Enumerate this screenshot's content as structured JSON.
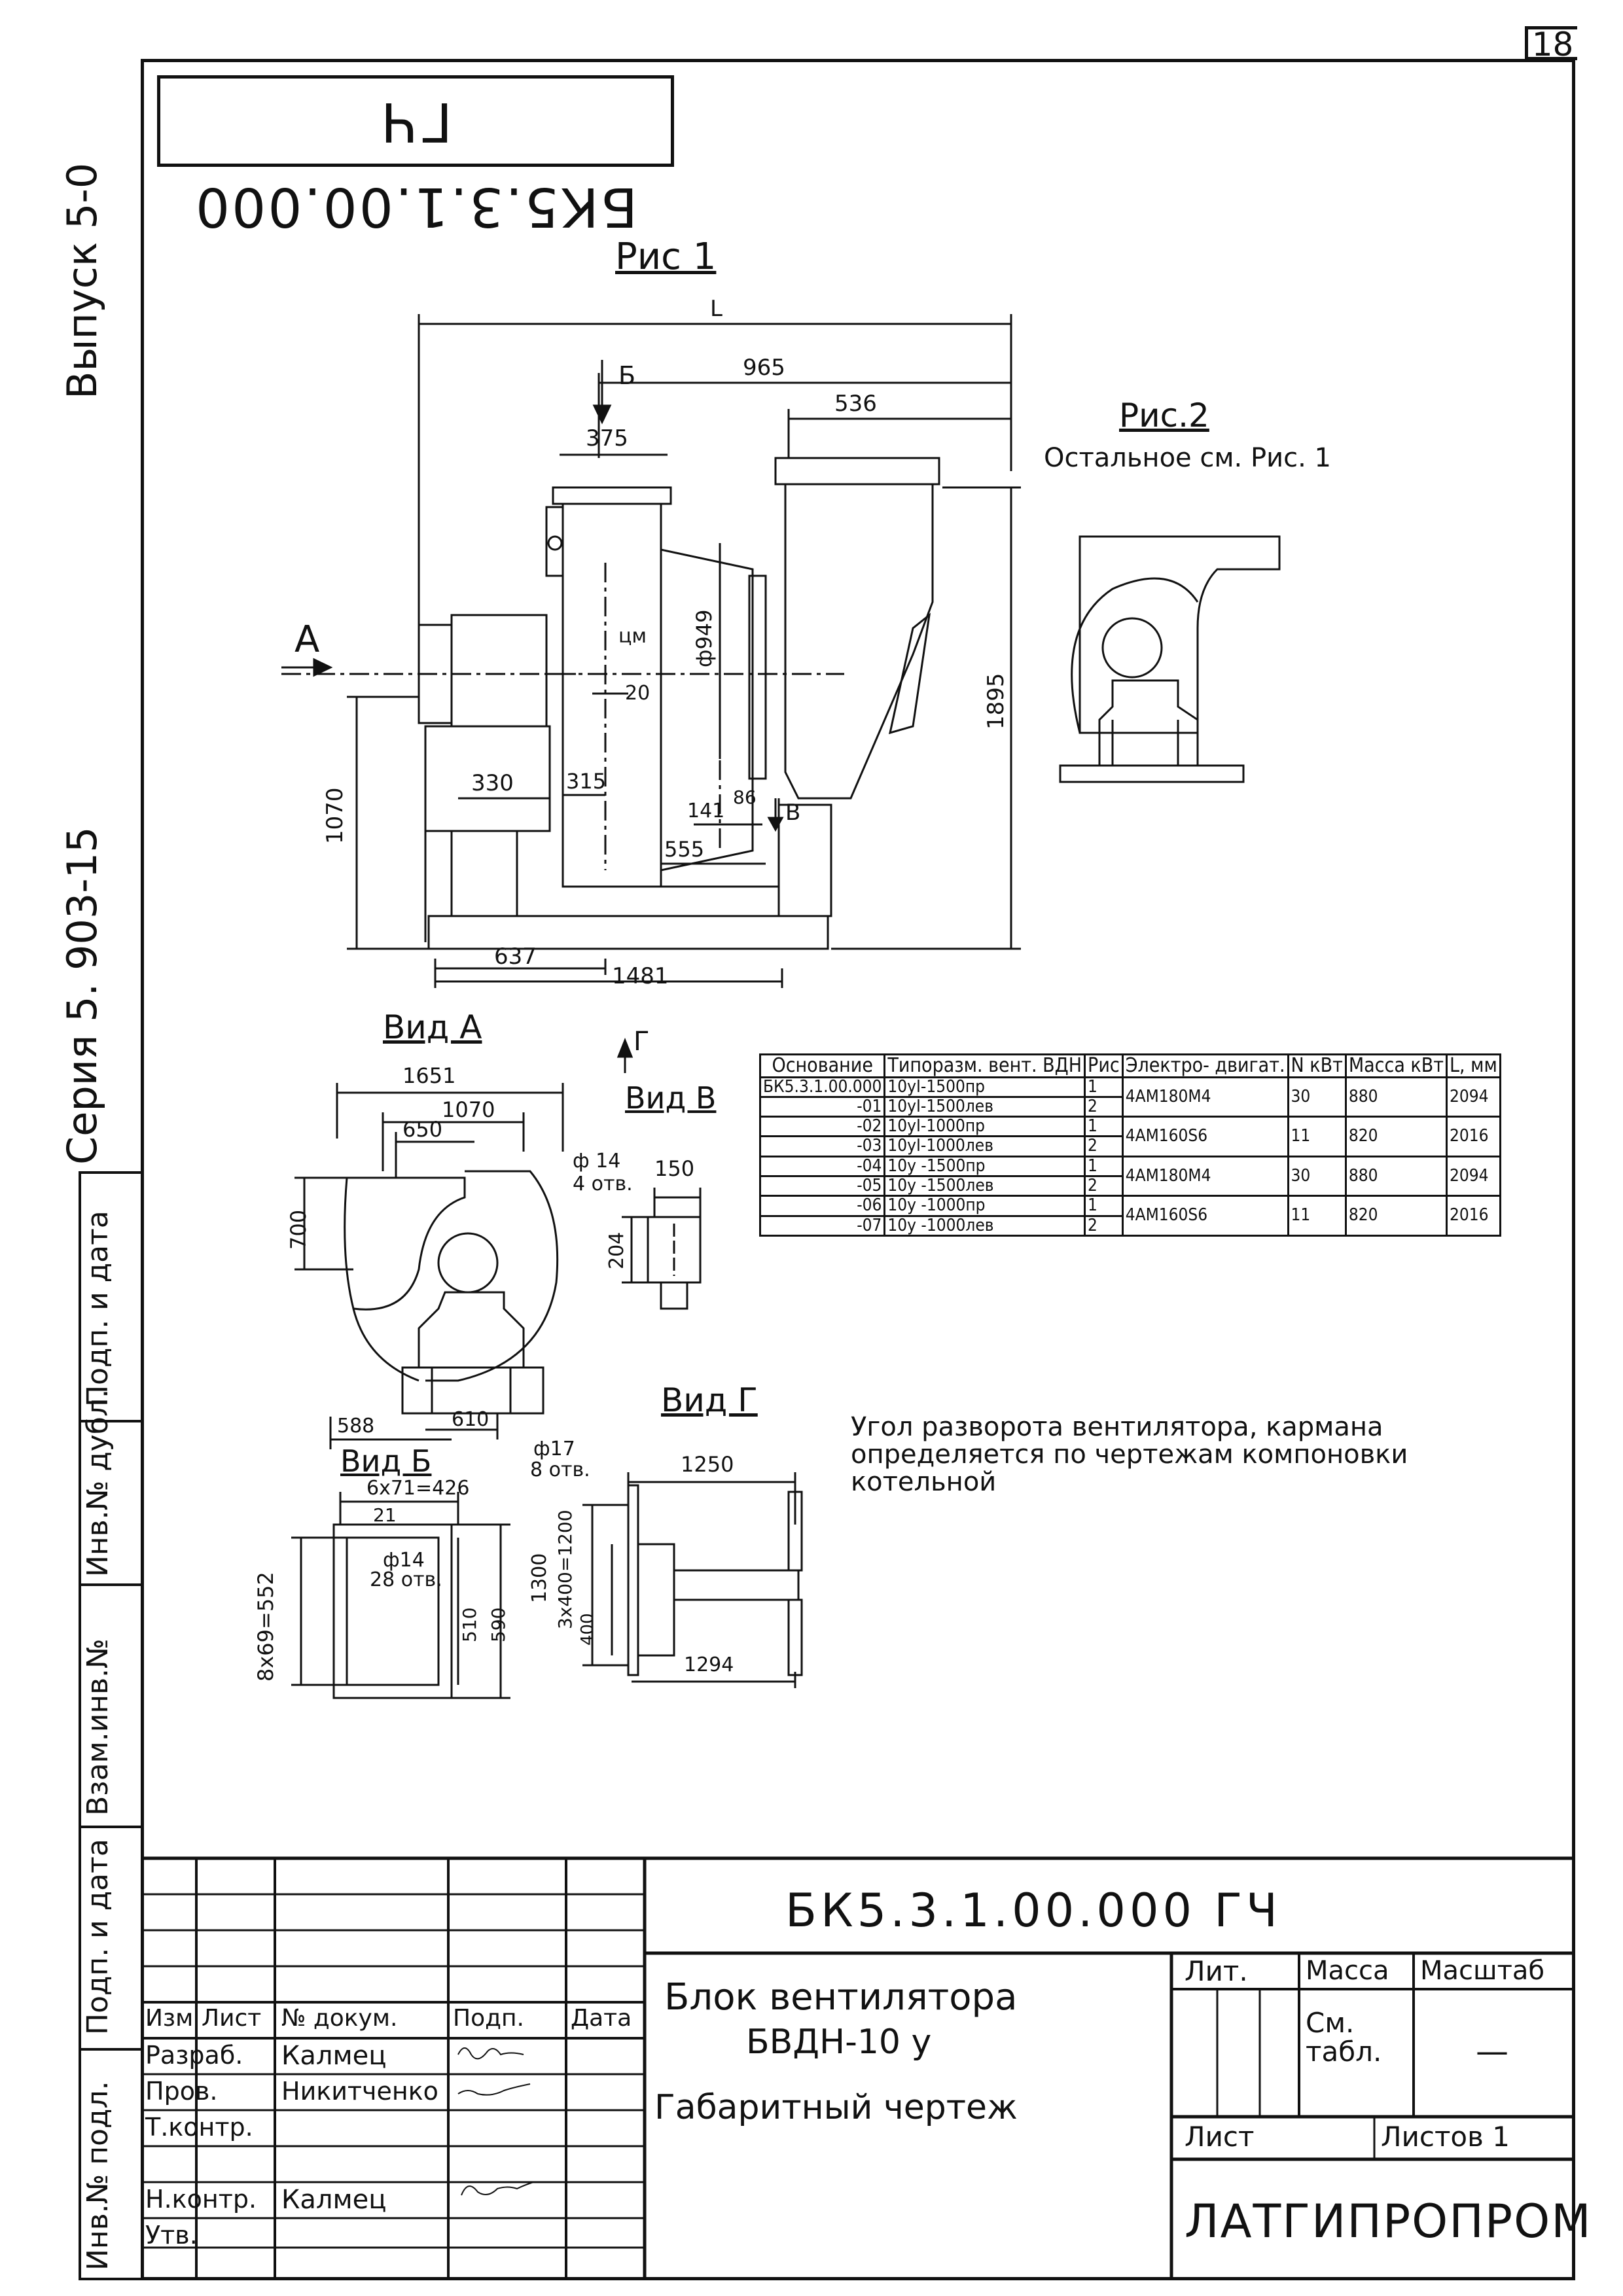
{
  "sheet_number": "18",
  "header_stamp": "БК5.3.1.00.000 ГЧ",
  "side_labels": {
    "issue": "Выпуск 5-0",
    "series": "Серия 5. 903-15",
    "strip": [
      "Инв.№ подл.",
      "Подп. и дата",
      "Взам.инв.№",
      "Инв.№ дубл.",
      "Подп. и дата"
    ]
  },
  "figure1": {
    "title": "Рис 1",
    "dims": {
      "L": "L",
      "d965": "965",
      "d536": "536",
      "d375": "375",
      "B_mark": "Б",
      "A_mark": "A",
      "cm": "цм",
      "d20": "20",
      "phi949": "ф949",
      "d1895": "1895",
      "d1070": "1070",
      "d330": "330",
      "d315": "315",
      "d141": "141",
      "d86": "86",
      "V_mark": "В",
      "d555": "555",
      "d637": "637",
      "d1481": "1481",
      "G_mark": "Г"
    }
  },
  "figure2": {
    "title": "Рис.2",
    "subtitle": "Остальное см. Рис. 1"
  },
  "view_a": {
    "title": "Вид А",
    "dims": {
      "d1651": "1651",
      "d1070": "1070",
      "d650": "650",
      "d700": "700",
      "d588": "588",
      "d610": "610"
    }
  },
  "view_v": {
    "title": "Вид В",
    "dims": {
      "phi14": "ф 14",
      "holes": "4 отв.",
      "d150": "150",
      "d204": "204"
    }
  },
  "view_b": {
    "title": "Вид Б",
    "dims": {
      "d6x71": "6x71=426",
      "d21": "21",
      "phi14": "ф14",
      "holes": "28 отв.",
      "d8x69": "8x69=552",
      "d510": "510",
      "d590": "590"
    }
  },
  "view_g": {
    "title": "Вид Г",
    "dims": {
      "phi17": "ф17",
      "holes": "8 отв.",
      "d1250": "1250",
      "d1300": "1300",
      "d3x400": "3x400=1200",
      "d400": "400",
      "d1294": "1294"
    }
  },
  "spec_table": {
    "headers": [
      "Основание",
      "Типоразм. вент. ВДН",
      "Рис",
      "Электро- двигат.",
      "N кВт",
      "Масса кВт",
      "L, мм"
    ],
    "rows": [
      [
        "БК5.3.1.00.000",
        "10уI-1500пр",
        "1",
        "4АМ180М4",
        "30",
        "880",
        "2094"
      ],
      [
        "-01",
        "10уI-1500лев",
        "2",
        "",
        "",
        "",
        ""
      ],
      [
        "-02",
        "10уI-1000пр",
        "1",
        "4АМ160S6",
        "11",
        "820",
        "2016"
      ],
      [
        "-03",
        "10уI-1000лев",
        "2",
        "",
        "",
        "",
        ""
      ],
      [
        "-04",
        "10у -1500пр",
        "1",
        "4АМ180М4",
        "30",
        "880",
        "2094"
      ],
      [
        "-05",
        "10у -1500лев",
        "2",
        "",
        "",
        "",
        ""
      ],
      [
        "-06",
        "10у -1000пр",
        "1",
        "4АМ160S6",
        "11",
        "820",
        "2016"
      ],
      [
        "-07",
        "10у -1000лев",
        "2",
        "",
        "",
        "",
        ""
      ]
    ]
  },
  "note": "Угол разворота вентилятора, кармана определяется по чертежам компоновки котельной",
  "title_block": {
    "doc_code": "БК5.3.1.00.000 ГЧ",
    "name_line1": "Блок вентилятора",
    "name_line2": "БВДН-10 у",
    "doc_type": "Габаритный чертеж",
    "col_headers": [
      "Изм",
      "Лист",
      "№ докум.",
      "Подп.",
      "Дата"
    ],
    "roles": [
      "Разраб.",
      "Пров.",
      "Т.контр.",
      "",
      "Н.контр.",
      "Утв."
    ],
    "names": [
      "Калмец",
      "Никитченко",
      "",
      "",
      "Калмец",
      ""
    ],
    "lit_label": "Лит.",
    "mass_label": "Масса",
    "scale_label": "Масштаб",
    "mass_value": "См. табл.",
    "scale_value": "—",
    "sheet_label": "Лист",
    "sheets_label": "Листов 1",
    "org": "ЛАТГИПРОПРОМ"
  }
}
